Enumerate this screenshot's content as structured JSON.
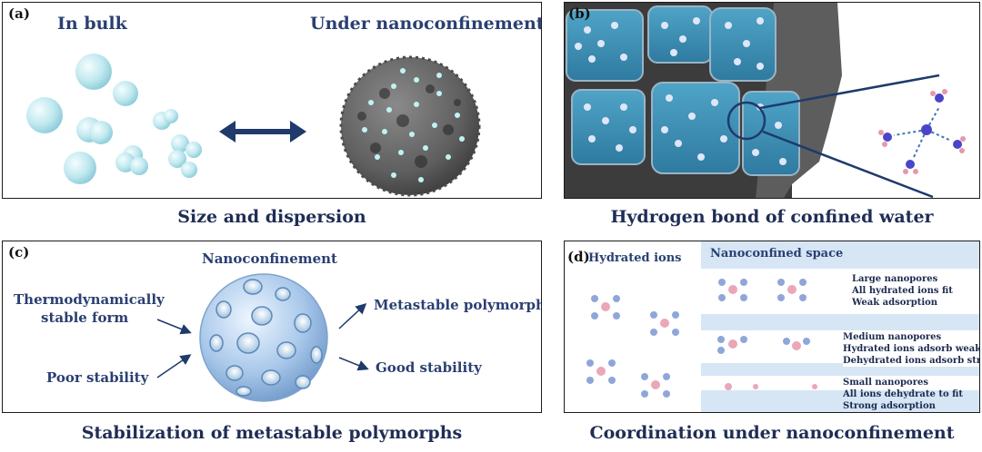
{
  "panel_a": {
    "label": "(a)",
    "left_title": "In bulk",
    "right_title": "Under nanoconfinement",
    "caption": "Size and dispersion"
  },
  "panel_b": {
    "label": "(b)",
    "caption": "Hydrogen bond of confined water"
  },
  "panel_c": {
    "label": "(c)",
    "title": "Nanoconfinement",
    "left_top_line1": "Thermodynamically",
    "left_top_line2": "stable form",
    "left_bottom": "Poor stability",
    "right_top": "Metastable polymorphs",
    "right_bottom": "Good stability",
    "caption": "Stabilization of metastable polymorphs"
  },
  "panel_d": {
    "label": "(d)",
    "left_title": "Hydrated ions",
    "right_title": "Nanoconfined space",
    "large": [
      "Large nanopores",
      "All hydrated ions fit",
      "Weak adsorption"
    ],
    "medium": [
      "Medium nanopores",
      "Hydrated ions adsorb weakly",
      "Dehydrated ions adsorb strongly"
    ],
    "small": [
      "Small nanopores",
      "All ions dehydrate to fit",
      "Strong adsorption"
    ],
    "caption": "Coordination under nanoconfinement"
  },
  "colors": {
    "title_blue": "#2a3f72",
    "sphere_light": "#cfeff3",
    "water_blue": "#3f8fb5",
    "band_blue": "#d6e6f5",
    "ion_pink": "#e9a7b7",
    "arrow_navy": "#1f3a6b"
  }
}
